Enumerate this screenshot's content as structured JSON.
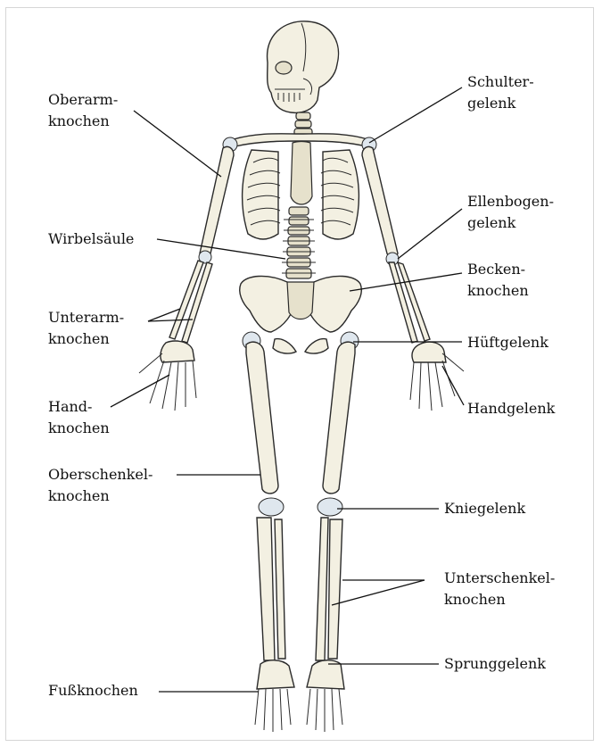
{
  "labels": {
    "oberarmknochen": [
      "Oberarm-",
      "knochen"
    ],
    "wirbelsaeule": [
      "Wirbelsäule"
    ],
    "unterarmknochen": [
      "Unterarm-",
      "knochen"
    ],
    "handknochen": [
      "Hand-",
      "knochen"
    ],
    "oberschenkelknochen": [
      "Oberschenkel-",
      "knochen"
    ],
    "fussknochen": [
      "Fußknochen"
    ],
    "schultergelenk": [
      "Schulter-",
      "gelenk"
    ],
    "ellenbogengelenk": [
      "Ellenbogen-",
      "gelenk"
    ],
    "beckenknochen": [
      "Becken-",
      "knochen"
    ],
    "hueftgelenk": [
      "Hüftgelenk"
    ],
    "handgelenk": [
      "Handgelenk"
    ],
    "kniegelenk": [
      "Kniegelenk"
    ],
    "unterschenkelknochen": [
      "Unterschenkel-",
      "knochen"
    ],
    "sprunggelenk": [
      "Sprunggelenk"
    ]
  },
  "colors": {
    "bone": "#f3f0e2",
    "joint": "#dfe7ee",
    "line": "#111111"
  }
}
